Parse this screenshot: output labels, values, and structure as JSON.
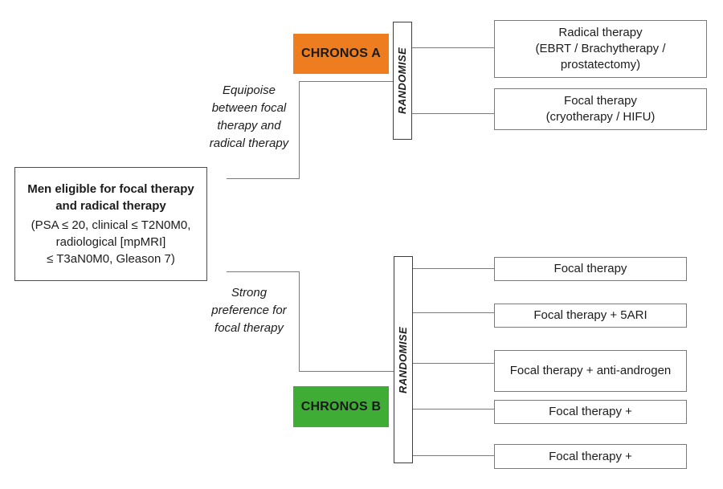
{
  "figure": {
    "eligibility": {
      "title": "Men eligible for focal therapy\nand radical therapy",
      "criteria": "(PSA ≤ 20, clinical ≤ T2N0M0,\nradiological [mpMRI]\n≤ T3aN0M0, Gleason 7)"
    },
    "pathway_a": {
      "note": "Equipoise\nbetween focal\ntherapy and\nradical therapy",
      "label": "CHRONOS A",
      "color": "#ED7D1E",
      "randomise": "RANDOMISE",
      "arms": [
        "Radical therapy\n(EBRT / Brachytherapy /\nprostatectomy)",
        "Focal therapy\n(cryotherapy / HIFU)"
      ]
    },
    "pathway_b": {
      "note": "Strong\npreference for\nfocal therapy",
      "label": "CHRONOS B",
      "color": "#3EAC35",
      "randomise": "RANDOMISE",
      "arms": [
        "Focal therapy",
        "Focal therapy + 5ARI",
        "Focal therapy + anti-androgen",
        "Focal therapy +",
        "Focal therapy +"
      ]
    }
  }
}
